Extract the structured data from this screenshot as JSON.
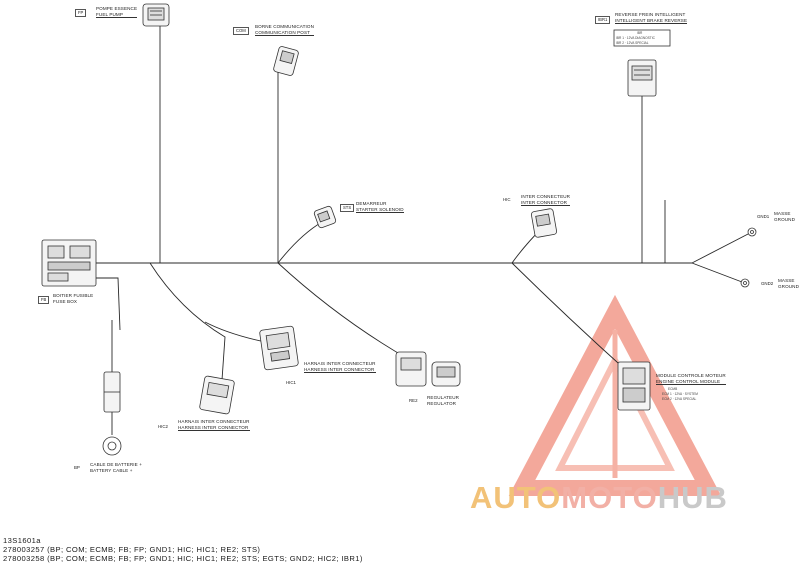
{
  "labels": {
    "fp": {
      "code": "FP",
      "line1": "POMPE ESSENCE",
      "line2": "FUEL PUMP"
    },
    "com": {
      "code": "COM",
      "line1": "BORNE COMMUNICATION",
      "line2": "COMMUNICATION POST"
    },
    "ibr": {
      "code": "IBR1",
      "line1": "REVERSE FREIN INTELLIGENT",
      "line2": "INTELLIGENT BRAKE REVERSE"
    },
    "ibr_sub": {
      "title": "IBR",
      "r1": "IBR 1 · 12VA DIAGNOSTIC",
      "r2": "IBR 2 · 12VA SPECIAL"
    },
    "sts": {
      "code": "STS",
      "line1": "DEMARREUR",
      "line2": "STARTER SOLENOID"
    },
    "hic": {
      "code": "HIC",
      "line1": "INTER CONNECTEUR",
      "line2": "INTER CONNECTOR"
    },
    "gnd1": {
      "code": "GND1",
      "line1": "MASSE",
      "line2": "GROUND"
    },
    "gnd2": {
      "code": "GND2",
      "line1": "MASSE",
      "line2": "GROUND"
    },
    "fb": {
      "code": "FB",
      "line1": "BOITIER FUSIBLE",
      "line2": "FUSE BOX"
    },
    "hic1": {
      "code": "HIC1",
      "line1": "HARNAIS INTER CONNECTEUR",
      "line2": "HARNESS INTER CONNECTOR"
    },
    "hic2": {
      "code": "HIC2",
      "line1": "HARNAIS INTER CONNECTEUR",
      "line2": "HARNESS INTER CONNECTOR"
    },
    "re2": {
      "code": "RE2",
      "line1": "REGULATEUR",
      "line2": "REGULATOR"
    },
    "ecm": {
      "code": "ECMB",
      "line1": "MODULE CONTROLE MOTEUR",
      "line2": "ENGINE CONTROL MODULE"
    },
    "ecm_sub": {
      "title": "ECMB",
      "r1": "ECM 1 · 12VA · SYSTEM",
      "r2": "ECM 2 · 12VA SPECIAL"
    },
    "bp": {
      "code": "BP",
      "line1": "CABLE DE BATTERIE +",
      "line2": "BATTERY CABLE +"
    }
  },
  "footer": {
    "ref": "13S1601a",
    "line1": "278003257 (BP; COM; ECMB; FB; FP; GND1; HIC; HIC1; RE2; STS)",
    "line2": "278003258 (BP; COM; ECMB; FB; FP; GND1; HIC; HIC1; RE2; STS; EGTS; GND2; HIC2; IBR1)"
  },
  "watermark": {
    "part1": "AUTO",
    "part2": "MOTO",
    "part3": "HUB",
    "color_primary": "#f2c278",
    "color_secondary": "#f2b0a6",
    "color_tertiary": "#c9c9c9"
  }
}
